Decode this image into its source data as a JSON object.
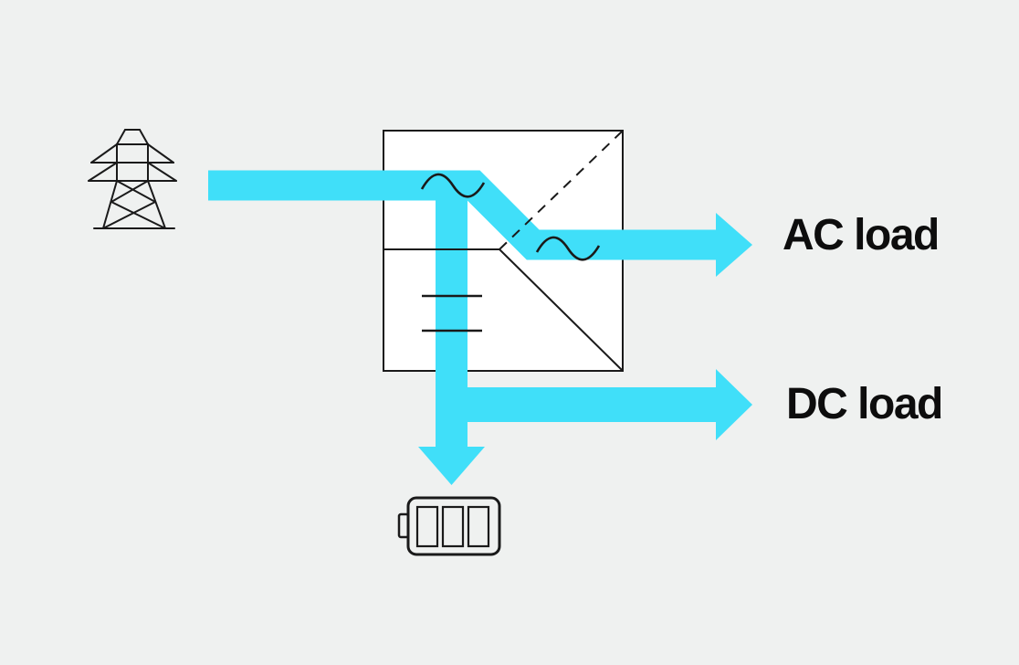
{
  "diagram": {
    "labels": {
      "ac_load": "AC load",
      "dc_load": "DC load"
    },
    "colors": {
      "flow": "#40DFF9",
      "line": "#1A1A1A",
      "box_fill": "#FFFFFF",
      "background": "#EFF1F0",
      "text": "#0D0D0D"
    },
    "icons": {
      "source": "transmission-tower-icon",
      "converter": "ac-dc-converter-box",
      "storage": "battery-icon",
      "converter_symbols": [
        "ac-sine-symbol",
        "ac-sine-symbol",
        "dc-bars-symbol"
      ]
    },
    "flows": [
      "grid-input-arrow",
      "ac-load-arrow",
      "dc-load-arrow",
      "battery-charge-arrow"
    ]
  }
}
